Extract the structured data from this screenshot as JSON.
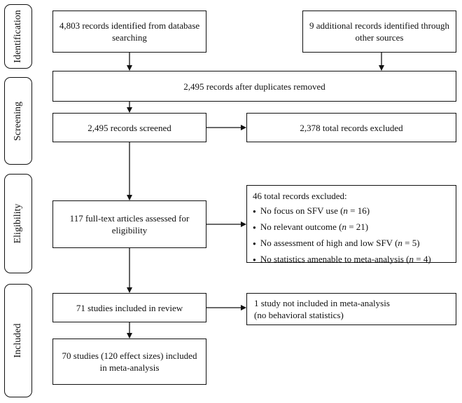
{
  "stages": {
    "identification": "Identification",
    "screening": "Screening",
    "eligibility": "Eligibility",
    "included": "Included"
  },
  "boxes": {
    "database_search": "4,803 records identified from database searching",
    "other_sources": "9 additional records identified through other sources",
    "duplicates_removed": "2,495 records after duplicates removed",
    "records_screened": "2,495 records screened",
    "records_excluded": "2,378 total records excluded",
    "fulltext_assessed": "117 full-text articles assessed for eligibility",
    "fulltext_excluded": {
      "title": "46 total records excluded:",
      "reasons": [
        "No focus on SFV use (n = 16)",
        "No relevant outcome (n = 21)",
        "No assessment of high and low SFV (n = 5)",
        "No statistics amenable to meta-analysis (n = 4)"
      ]
    },
    "included_review": "71 studies included in review",
    "not_in_meta_line1": "1 study not included in meta-analysis",
    "not_in_meta_line2": "(no behavioral statistics)",
    "included_meta": "70 studies (120 effect sizes) included in meta-analysis"
  }
}
